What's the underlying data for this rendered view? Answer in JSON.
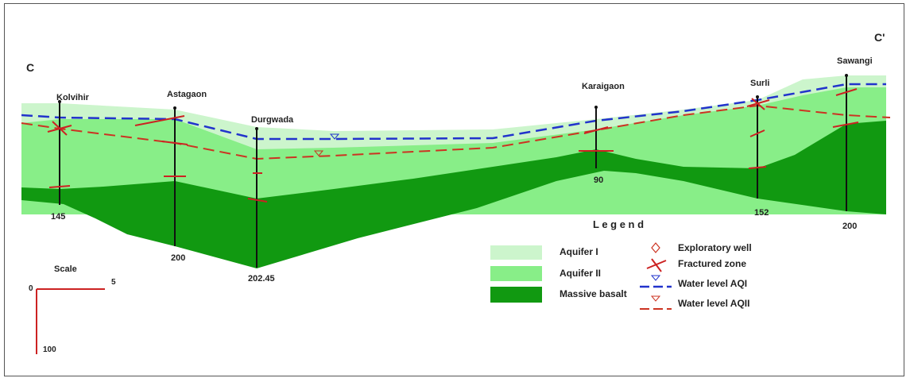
{
  "section": {
    "start_label": "C",
    "end_label": "C'"
  },
  "wells": [
    {
      "name": "Kolvihir",
      "depth": "145"
    },
    {
      "name": "Astagaon",
      "depth": "200"
    },
    {
      "name": "Durgwada",
      "depth": "202.45"
    },
    {
      "name": "Karaigaon",
      "depth": "90"
    },
    {
      "name": "Surli",
      "depth": "152"
    },
    {
      "name": "Sawangi",
      "depth": "200"
    }
  ],
  "legend": {
    "title": "L e g e n d",
    "layers": [
      {
        "label": "Aquifer I",
        "color": "#ccf5cc"
      },
      {
        "label": "Aquifer II",
        "color": "#88ee88"
      },
      {
        "label": "Massive basalt",
        "color": "#119911"
      }
    ],
    "symbols": [
      {
        "label": "Exploratory well",
        "icon": "diamond-icon"
      },
      {
        "label": "Fractured zone",
        "icon": "fracture-cross-icon"
      },
      {
        "label": "Water level AQI",
        "icon": "blue-dashed-line-icon",
        "color": "#2233cc"
      },
      {
        "label": "Water level AQII",
        "icon": "red-dashed-line-icon",
        "color": "#cc3322"
      }
    ]
  },
  "scale": {
    "title": "Scale",
    "origin": "0",
    "horizontal": "5",
    "vertical": "100"
  },
  "colors": {
    "aquifer_1": "#ccf5cc",
    "aquifer_2": "#88ee88",
    "basalt": "#119911",
    "water_level_aq1": "#2233cc",
    "water_level_aq2": "#cc3322"
  }
}
